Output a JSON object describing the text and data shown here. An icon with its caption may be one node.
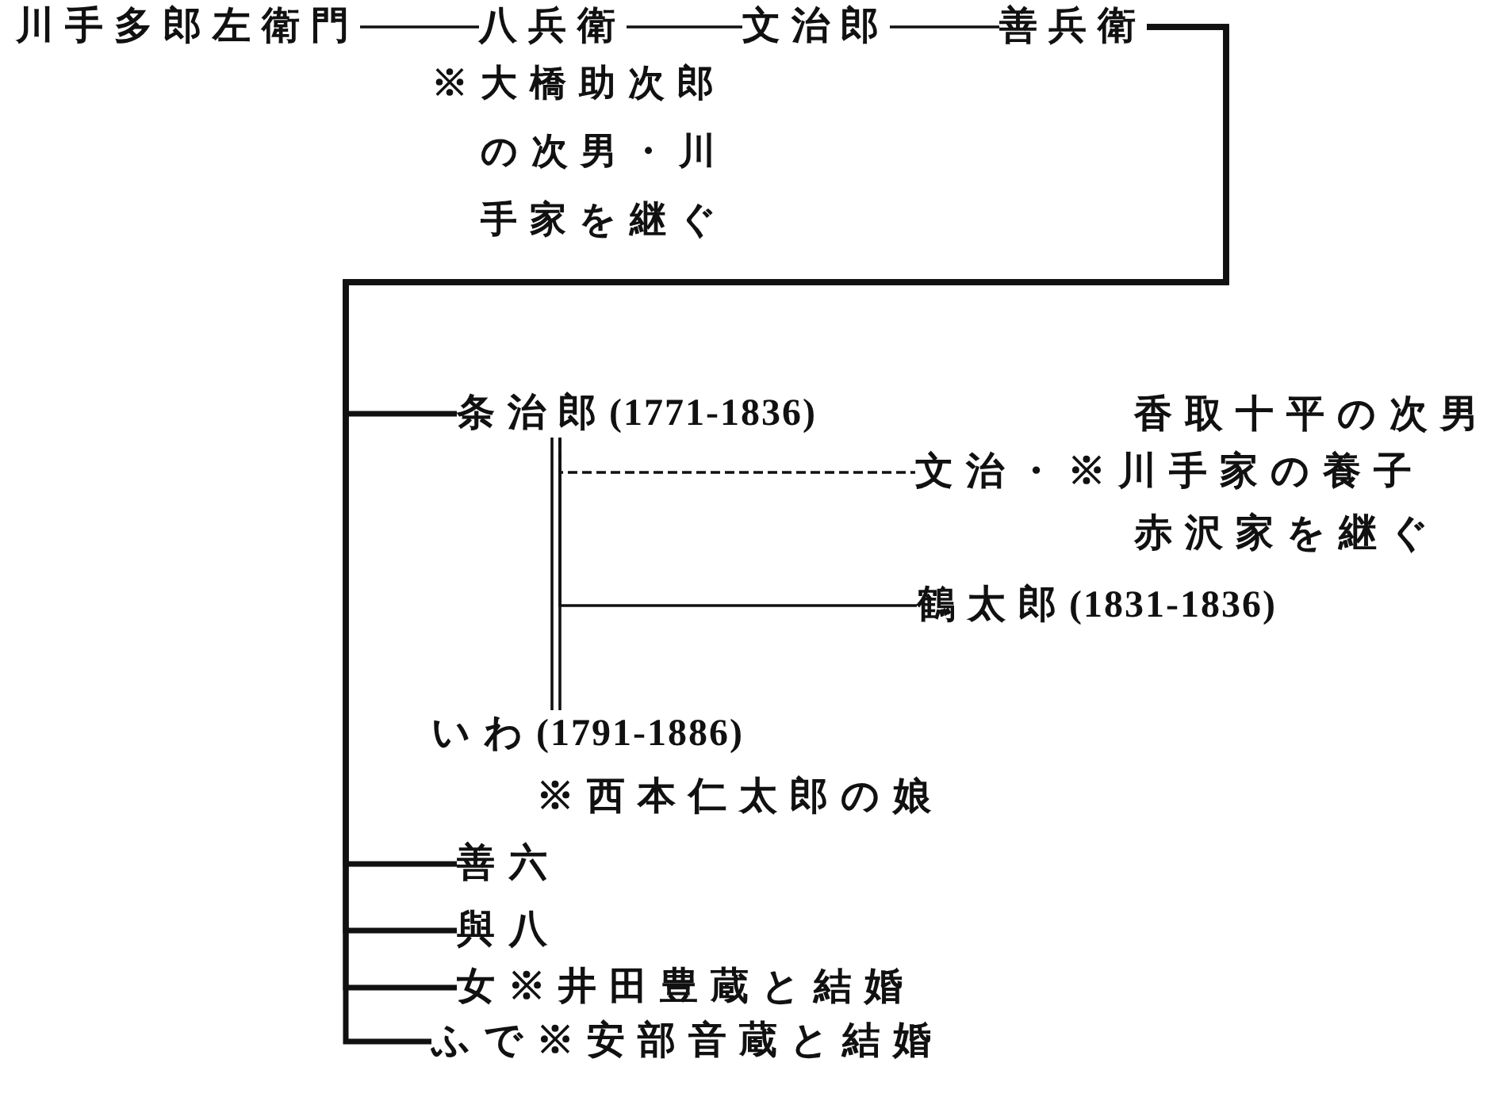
{
  "diagram": {
    "nodes": [
      {
        "text": [
          "川手多郎左衛門"
        ]
      },
      {
        "text": [
          "八兵衛"
        ],
        "beside": [
          "※大橋助次郎の次男・川手家を継ぐ"
        ]
      },
      {
        "text": [
          "文治郎"
        ]
      },
      {
        "text": [
          "善兵衛"
        ]
      },
      {
        "text": [
          "条治郎(1771-1836)"
        ]
      },
      {
        "text": [
          "いわ(1791-1886)"
        ],
        "beside": [
          "※西本仁太郎の娘"
        ]
      },
      {
        "text": [
          "文治・※川手家の養子"
        ],
        "beside": [
          "香取十平の次男",
          "赤沢家を継ぐ"
        ]
      },
      {
        "text": [
          "鶴太郎(1831-1836)"
        ]
      },
      {
        "text": [
          "善六"
        ]
      },
      {
        "text": [
          "與八"
        ]
      },
      {
        "text": [
          "女※井田豊蔵と結婚"
        ]
      },
      {
        "text": [
          "ふで※安部音蔵と結婚"
        ]
      }
    ],
    "edges": [
      {
        "from": 0,
        "to": 1,
        "arrow": "none"
      },
      {
        "from": 1,
        "to": 2,
        "arrow": "none"
      },
      {
        "from": 2,
        "to": 3,
        "arrow": "none"
      },
      {
        "from": 3,
        "to": 4,
        "arrow": "none",
        "style": "thick"
      },
      {
        "from": 3,
        "to": 8,
        "arrow": "none",
        "style": "thick"
      },
      {
        "from": 3,
        "to": 9,
        "arrow": "none",
        "style": "thick"
      },
      {
        "from": 3,
        "to": 10,
        "arrow": "none",
        "style": "thick"
      },
      {
        "from": 3,
        "to": 11,
        "arrow": "none",
        "style": "thick"
      },
      {
        "from": 4,
        "to": 5,
        "arrow": "none"
      },
      {
        "from": 4,
        "to": 6,
        "arrow": "none",
        "style": "dashed"
      },
      {
        "from": 4,
        "to": 7,
        "arrow": "none"
      }
    ]
  }
}
